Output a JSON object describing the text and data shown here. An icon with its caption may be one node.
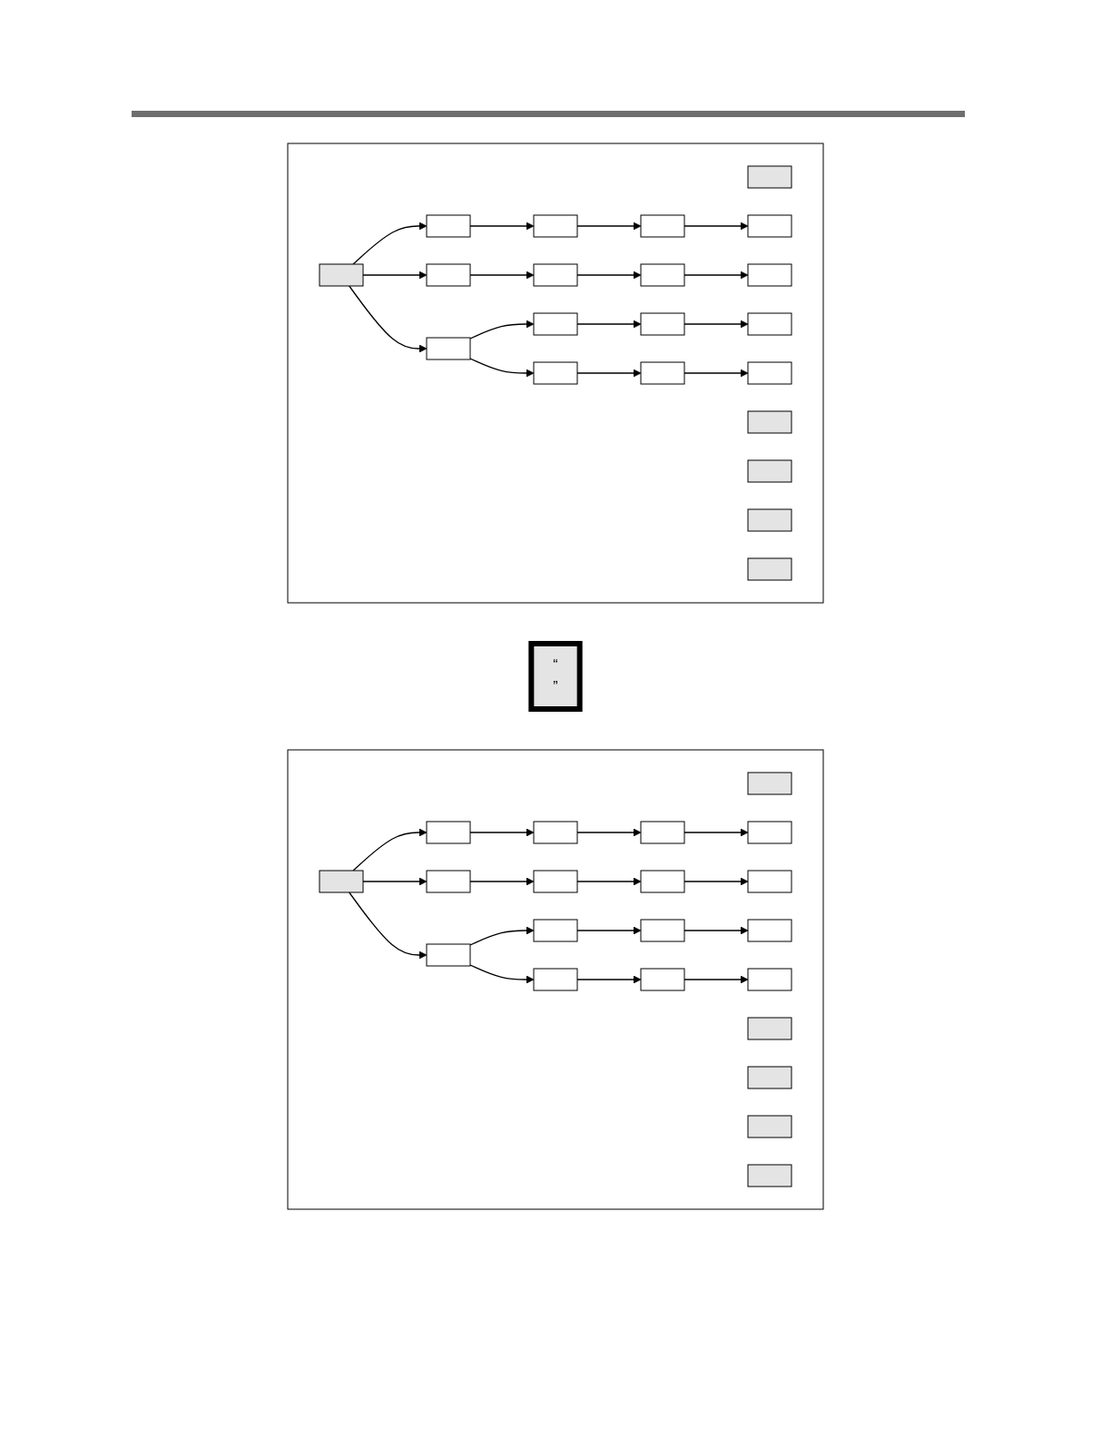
{
  "diagram": {
    "nodes": [
      {
        "text": [],
        "shape": "box"
      },
      {
        "text": [],
        "shape": "box",
        "in": 0
      },
      {
        "text": [],
        "shape": "box",
        "in": 0
      },
      {
        "text": [],
        "shape": "box",
        "in": 0
      },
      {
        "text": [],
        "shape": "box",
        "in": 0
      },
      {
        "text": [],
        "shape": "box",
        "in": 0
      },
      {
        "text": [],
        "shape": "box",
        "in": 0
      },
      {
        "text": [],
        "shape": "box",
        "in": 0
      },
      {
        "text": [],
        "shape": "box",
        "in": 0
      },
      {
        "text": [],
        "shape": "box",
        "in": 0
      },
      {
        "text": [],
        "shape": "box",
        "in": 0
      },
      {
        "text": [],
        "shape": "box",
        "in": 0
      },
      {
        "text": [],
        "shape": "box",
        "in": 0
      },
      {
        "text": [],
        "shape": "box",
        "in": 0
      },
      {
        "text": [],
        "shape": "box",
        "in": 0
      },
      {
        "text": [],
        "shape": "box",
        "in": 0
      },
      {
        "text": [],
        "shape": "box",
        "in": 0
      },
      {
        "text": [],
        "shape": "box",
        "in": 0
      },
      {
        "text": [],
        "shape": "box",
        "in": 0
      },
      {
        "text": [],
        "shape": "box",
        "in": 0
      },
      {
        "text": [],
        "shape": "box",
        "in": 0
      },
      {
        "text": [],
        "shape": "box",
        "in": 0
      },
      {
        "text": [
          "“",
          "”"
        ]
      },
      {
        "text": [],
        "shape": "box"
      },
      {
        "text": [],
        "shape": "box",
        "in": 23
      },
      {
        "text": [],
        "shape": "box",
        "in": 23
      },
      {
        "text": [],
        "shape": "box",
        "in": 23
      },
      {
        "text": [],
        "shape": "box",
        "in": 23
      },
      {
        "text": [],
        "shape": "box",
        "in": 23
      },
      {
        "text": [],
        "shape": "box",
        "in": 23
      },
      {
        "text": [],
        "shape": "box",
        "in": 23
      },
      {
        "text": [],
        "shape": "box",
        "in": 23
      },
      {
        "text": [],
        "shape": "box",
        "in": 23
      },
      {
        "text": [],
        "shape": "box",
        "in": 23
      },
      {
        "text": [],
        "shape": "box",
        "in": 23
      },
      {
        "text": [],
        "shape": "box",
        "in": 23
      },
      {
        "text": [],
        "shape": "box",
        "in": 23
      },
      {
        "text": [],
        "shape": "box",
        "in": 23
      },
      {
        "text": [],
        "shape": "box",
        "in": 23
      },
      {
        "text": [],
        "shape": "box",
        "in": 23
      },
      {
        "text": [],
        "shape": "box",
        "in": 23
      },
      {
        "text": [],
        "shape": "box",
        "in": 23
      },
      {
        "text": [],
        "shape": "box",
        "in": 23
      },
      {
        "text": [],
        "shape": "box",
        "in": 23
      },
      {
        "text": [],
        "shape": "box",
        "in": 23
      }
    ],
    "edges": [
      {
        "from": 6,
        "to": 7,
        "arrow": "to"
      },
      {
        "from": 6,
        "to": 11,
        "arrow": "to"
      },
      {
        "from": 6,
        "to": 15,
        "arrow": "to"
      },
      {
        "from": 7,
        "to": 8,
        "arrow": "to"
      },
      {
        "from": 8,
        "to": 9,
        "arrow": "to"
      },
      {
        "from": 9,
        "to": 10,
        "arrow": "to"
      },
      {
        "from": 11,
        "to": 12,
        "arrow": "to"
      },
      {
        "from": 12,
        "to": 13,
        "arrow": "to"
      },
      {
        "from": 13,
        "to": 14,
        "arrow": "to"
      },
      {
        "from": 15,
        "to": 16,
        "arrow": "to"
      },
      {
        "from": 15,
        "to": 19,
        "arrow": "to"
      },
      {
        "from": 16,
        "to": 17,
        "arrow": "to"
      },
      {
        "from": 17,
        "to": 18,
        "arrow": "to"
      },
      {
        "from": 19,
        "to": 20,
        "arrow": "to"
      },
      {
        "from": 20,
        "to": 21,
        "arrow": "to"
      },
      {
        "from": 29,
        "to": 30,
        "arrow": "to"
      },
      {
        "from": 29,
        "to": 34,
        "arrow": "to"
      },
      {
        "from": 29,
        "to": 38,
        "arrow": "to"
      },
      {
        "from": 30,
        "to": 31,
        "arrow": "to"
      },
      {
        "from": 31,
        "to": 32,
        "arrow": "to"
      },
      {
        "from": 32,
        "to": 33,
        "arrow": "to"
      },
      {
        "from": 34,
        "to": 35,
        "arrow": "to"
      },
      {
        "from": 35,
        "to": 36,
        "arrow": "to"
      },
      {
        "from": 36,
        "to": 37,
        "arrow": "to"
      },
      {
        "from": 38,
        "to": 39,
        "arrow": "to"
      },
      {
        "from": 38,
        "to": 42,
        "arrow": "to"
      },
      {
        "from": 39,
        "to": 40,
        "arrow": "to"
      },
      {
        "from": 40,
        "to": 41,
        "arrow": "to"
      },
      {
        "from": 42,
        "to": 43,
        "arrow": "to"
      },
      {
        "from": 43,
        "to": 44,
        "arrow": "to"
      }
    ]
  }
}
